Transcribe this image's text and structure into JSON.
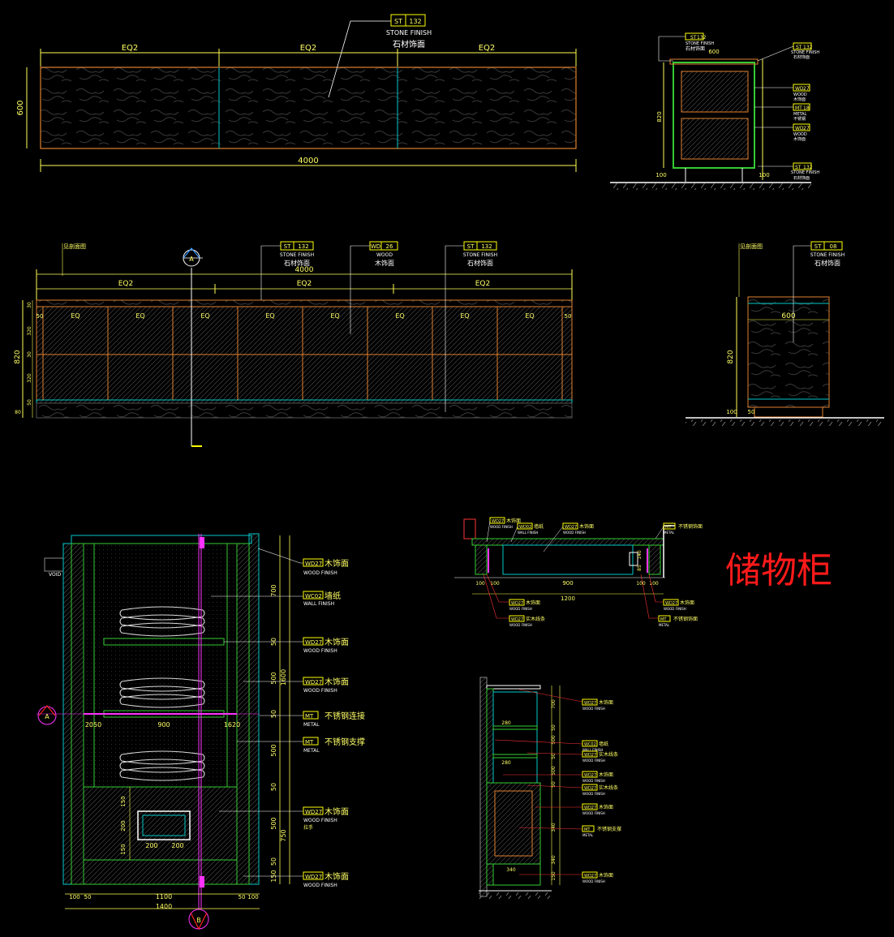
{
  "title": "储物柜",
  "colors": {
    "background": "#000000",
    "dim": "#ffff55",
    "tag": "#ffff00",
    "leader": "#ffffff",
    "cabinet_outline": "#e08030",
    "panel": "#00c8c8",
    "green": "#33cc33",
    "magenta": "#ff33ff",
    "red_title": "#ff1a1a",
    "stone": "#2e2e2e"
  },
  "top_plan": {
    "tag_code": "ST",
    "tag_no": "132",
    "label_en": "STONE FINISH",
    "label_cn": "石材饰面",
    "eq": [
      "EQ2",
      "EQ2",
      "EQ2"
    ],
    "height_dim": "600",
    "width_dim": "4000"
  },
  "side_section_top": {
    "top_dim": "600",
    "height_dim": "820",
    "base_dims": [
      "100",
      "100"
    ],
    "tags": [
      {
        "code": "ST",
        "no": "132",
        "en": "STONE FINISH",
        "cn": "石材饰面"
      },
      {
        "code": "ST",
        "no": "132",
        "en": "STONE FINISH",
        "cn": "石材饰面"
      },
      {
        "code": "WD",
        "no": "27",
        "en": "WOOD",
        "cn": "木饰面"
      },
      {
        "code": "MT",
        "no": "18",
        "en": "METAL",
        "cn": "不锈钢"
      },
      {
        "code": "WD",
        "no": "27",
        "en": "WOOD",
        "cn": "木饰面"
      },
      {
        "code": "ST",
        "no": "132",
        "en": "STONE FINISH",
        "cn": "石材饰面"
      }
    ]
  },
  "front_elevation": {
    "note": "见剖面图",
    "width_dim": "4000",
    "eq_top": [
      "EQ2",
      "EQ2",
      "EQ2"
    ],
    "eq_doors": [
      "EQ",
      "EQ",
      "EQ",
      "EQ",
      "EQ",
      "EQ",
      "EQ",
      "EQ"
    ],
    "side_dims": [
      "50",
      "50"
    ],
    "vertical_dims": [
      "30",
      "320",
      "30",
      "320",
      "50",
      "80"
    ],
    "total_height": "820",
    "section_marker": "A",
    "tags": [
      {
        "code": "ST",
        "no": "132",
        "en": "STONE FINISH",
        "cn": "石材饰面"
      },
      {
        "code": "WD",
        "no": "26",
        "en": "WOOD",
        "cn": "木饰面"
      },
      {
        "code": "ST",
        "no": "132",
        "en": "STONE FINISH",
        "cn": "石材饰面"
      }
    ]
  },
  "end_elevation": {
    "note": "见剖面图",
    "width_dim": "600",
    "height_dim": "820",
    "base_dims": [
      "100",
      "50"
    ],
    "tag": {
      "code": "ST",
      "no": "08",
      "en": "STONE FINISH",
      "cn": "石材饰面"
    }
  },
  "wardrobe_elevation": {
    "void_label": "VOID",
    "right_dims": [
      "700",
      "50",
      "1600",
      "500",
      "50",
      "500",
      "50",
      "500",
      "750",
      "50",
      "150"
    ],
    "shelf_dims": [
      "2050",
      "900",
      "1620"
    ],
    "drawer_dims": [
      "150",
      "200",
      "150",
      "200",
      "200"
    ],
    "bottom_dims": [
      "100",
      "50",
      "1100",
      "50",
      "100"
    ],
    "total_width": "1400",
    "marker_left": "A",
    "marker_bottom": "B",
    "tags": [
      {
        "code": "WD27",
        "cn": "木饰面",
        "en": "WOOD FINISH"
      },
      {
        "code": "WC02",
        "cn": "墙纸",
        "en": "WALL FINISH"
      },
      {
        "code": "WD27",
        "cn": "木饰面",
        "en": "WOOD FINISH"
      },
      {
        "code": "WD27",
        "cn": "木饰面",
        "en": "WOOD FINISH"
      },
      {
        "code": "MT",
        "cn": "不锈钢连接",
        "en": "METAL"
      },
      {
        "code": "MT",
        "cn": "不锈钢支撑",
        "en": "METAL"
      },
      {
        "code": "WD27",
        "cn": "木饰面",
        "en": "WOOD FINISH",
        "extra": "拉手"
      },
      {
        "code": "WD27",
        "cn": "木饰面",
        "en": "WOOD FINISH"
      }
    ]
  },
  "plan_section_b": {
    "dims": [
      "100",
      "100",
      "900",
      "100",
      "100"
    ],
    "side_dims": [
      "140",
      "85"
    ],
    "total": "1200",
    "tags_top": [
      {
        "code": "WD27",
        "cn": "木饰面",
        "en": "WOOD FINISH"
      },
      {
        "code": "WD02",
        "cn": "墙纸",
        "en": "WALL FINISH"
      },
      {
        "code": "WD27",
        "cn": "木饰面",
        "en": "WOOD FINISH"
      },
      {
        "code": "MT",
        "cn": "不锈钢饰面",
        "en": "METAL"
      }
    ],
    "tags_bottom": [
      {
        "code": "WD27",
        "cn": "木饰面",
        "en": "WOOD FINISH"
      },
      {
        "code": "WD27",
        "cn": "实木线条",
        "en": "WOOD FINISH"
      },
      {
        "code": "WD27",
        "cn": "木饰面",
        "en": "WOOD FINISH"
      },
      {
        "code": "MT",
        "cn": "不锈钢饰面",
        "en": "METAL"
      }
    ]
  },
  "section_a": {
    "dims": [
      "700",
      "50",
      "500",
      "50",
      "500",
      "50",
      "340",
      "340",
      "150"
    ],
    "inner_dims": [
      "280",
      "280",
      "340"
    ],
    "tags": [
      {
        "code": "WD27",
        "cn": "木饰面",
        "en": "WOOD FINISH"
      },
      {
        "code": "WC02",
        "cn": "墙纸",
        "en": "WALL FINISH"
      },
      {
        "code": "WD27",
        "cn": "实木线条",
        "en": "WOOD FINISH"
      },
      {
        "code": "WD27",
        "cn": "木饰面",
        "en": "WOOD FINISH"
      },
      {
        "code": "WD27",
        "cn": "实木线条",
        "en": "WOOD FINISH"
      },
      {
        "code": "WD27",
        "cn": "木饰面",
        "en": "WOOD FINISH"
      },
      {
        "code": "MT",
        "cn": "不锈钢支撑",
        "en": "METAL"
      },
      {
        "code": "WD27",
        "cn": "木饰面",
        "en": "WOOD FINISH"
      }
    ]
  }
}
